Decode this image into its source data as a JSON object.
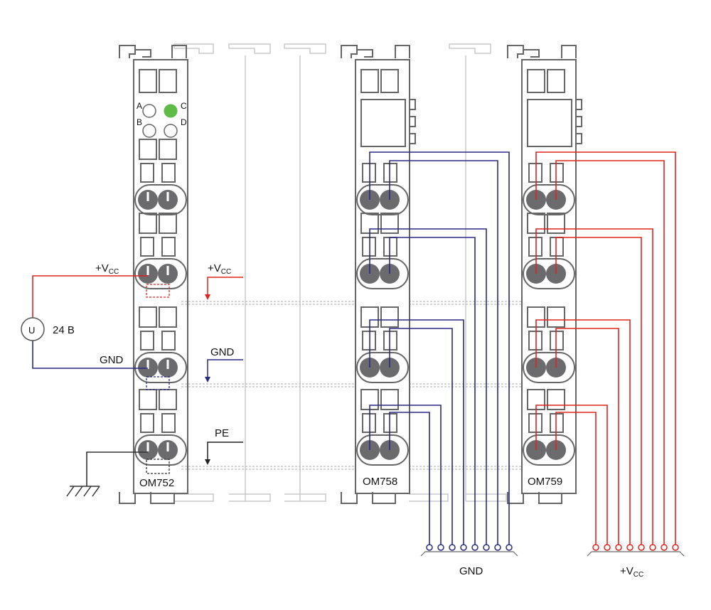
{
  "modules": [
    {
      "name": "OM752"
    },
    {
      "name": "OM758"
    },
    {
      "name": "OM759"
    }
  ],
  "indicators": {
    "a": "A",
    "b": "B",
    "c": "C",
    "d": "D",
    "active_color": "#5dbb46"
  },
  "labels": {
    "vcc_left": "+V",
    "vcc_left_sub": "CC",
    "vcc_bus": "+V",
    "vcc_bus_sub": "CC",
    "gnd_left": "GND",
    "gnd_bus": "GND",
    "pe_bus": "PE",
    "source_voltage": "24 B",
    "source_symbol": "U",
    "gnd_bottom": "GND",
    "vcc_bottom": "+V",
    "vcc_bottom_sub": "CC"
  },
  "colors": {
    "vcc": "#e0231e",
    "gnd": "#2a2a86",
    "module_stroke": "#666666",
    "terminal": "#6b6b6e",
    "ghost": "#c8c8c8",
    "pe": "#333333"
  }
}
